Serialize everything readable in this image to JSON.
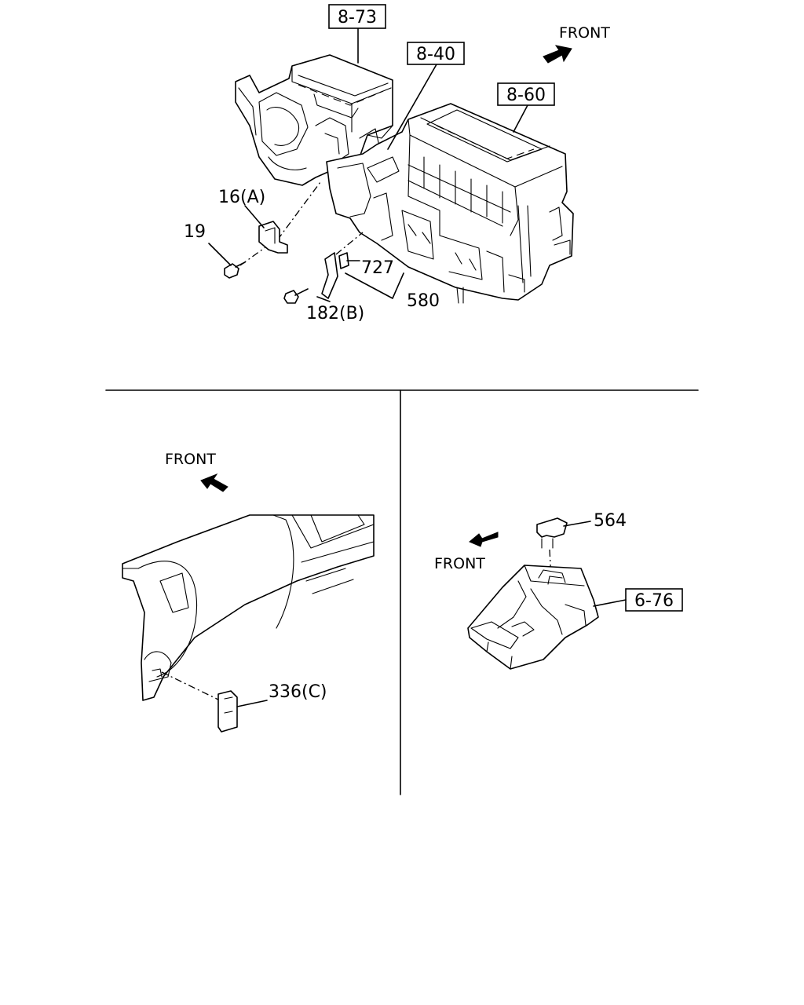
{
  "top_panel": {
    "front_label": "FRONT",
    "refs": {
      "ref_873": "8-73",
      "ref_840": "8-40",
      "ref_860": "8-60"
    },
    "parts": {
      "p16a": "16(A)",
      "p19": "19",
      "p727": "727",
      "p580": "580",
      "p182b": "182(B)"
    }
  },
  "bottom_left_panel": {
    "front_label": "FRONT",
    "parts": {
      "p336c": "336(C)"
    }
  },
  "bottom_right_panel": {
    "front_label": "FRONT",
    "refs": {
      "ref_676": "6-76"
    },
    "parts": {
      "p564": "564"
    }
  }
}
